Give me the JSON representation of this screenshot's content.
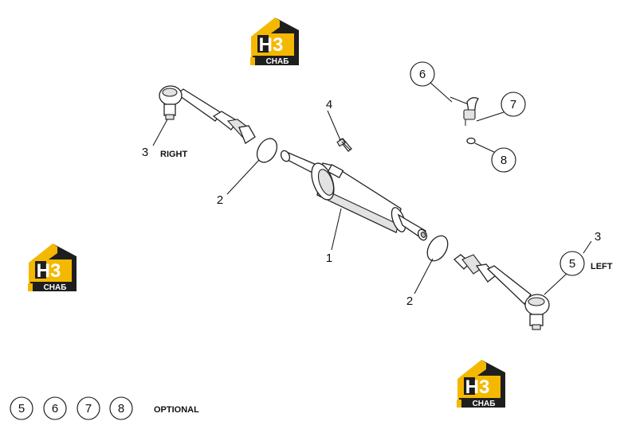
{
  "logo": {
    "main": "H3",
    "sub": "СНАБ",
    "colors": {
      "yellow": "#f5b800",
      "dark": "#1e1e1e"
    }
  },
  "callouts": {
    "c1": "1",
    "c2a": "2",
    "c2b": "2",
    "c3a": "3",
    "c3b": "3",
    "c4": "4",
    "c5": "5",
    "c6": "6",
    "c7": "7",
    "c8": "8"
  },
  "labels": {
    "right": "RIGHT",
    "left": "LEFT"
  },
  "legend": {
    "optional_items": [
      "5",
      "6",
      "7",
      "8"
    ],
    "optional_label": "OPTIONAL"
  }
}
